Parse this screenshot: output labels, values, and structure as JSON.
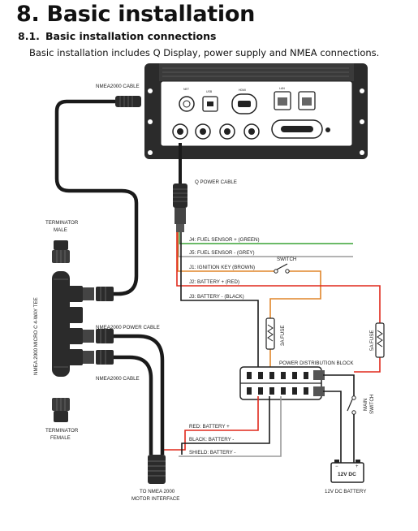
{
  "heading": "8.  Basic installation",
  "section": {
    "number": "8.1.",
    "title": "Basic installation connections"
  },
  "intro": "Basic installation includes Q Display, power supply and NMEA connections.",
  "labels": {
    "nmea2000_cable_top": "NMEA2000 CABLE",
    "q_power_cable": "Q POWER CABLE",
    "terminator_male_1": "TERMINATOR",
    "terminator_male_2": "MALE",
    "terminator_female_1": "TERMINATOR",
    "terminator_female_2": "FEMALE",
    "tee": "NMEA 2000 MICRO C 4-WAY TEE",
    "nmea2000_power_cable": "NMEA2000 POWER CABLE",
    "nmea2000_cable_mid": "NMEA2000 CABLE",
    "to_nmea_1": "TO NMEA 2000",
    "to_nmea_2": "MOTOR INTERFACE",
    "j4": "J4: FUEL SENSOR + (GREEN)",
    "j5": "J5: FUEL SENSOR - (GREY)",
    "j1": "J1: IGNITION KEY   (BROWN)",
    "switch": "SWITCH",
    "j2": "J2: BATTERY +      (RED)",
    "j3": "J3: BATTERY -      (BLACK)",
    "fuse_3a": "3A FUSE",
    "fuse_5a": "5A FUSE",
    "power_distribution_block": "POWER DISTRIBUTION BLOCK",
    "main_switch_1": "MAIN",
    "main_switch_2": "SWITCH",
    "red_battery": "RED: BATTERY +",
    "black_battery": "BLACK: BATTERY -",
    "shield_battery": "SHIELD: BATTERY -",
    "battery": "12V DC",
    "battery_label": "12V DC BATTERY"
  },
  "colors": {
    "green": "#3aa335",
    "grey": "#9a9a9a",
    "brown": "#e0852a",
    "red": "#e0281c",
    "black": "#1a1a1a",
    "display": "#2b2b2b"
  }
}
